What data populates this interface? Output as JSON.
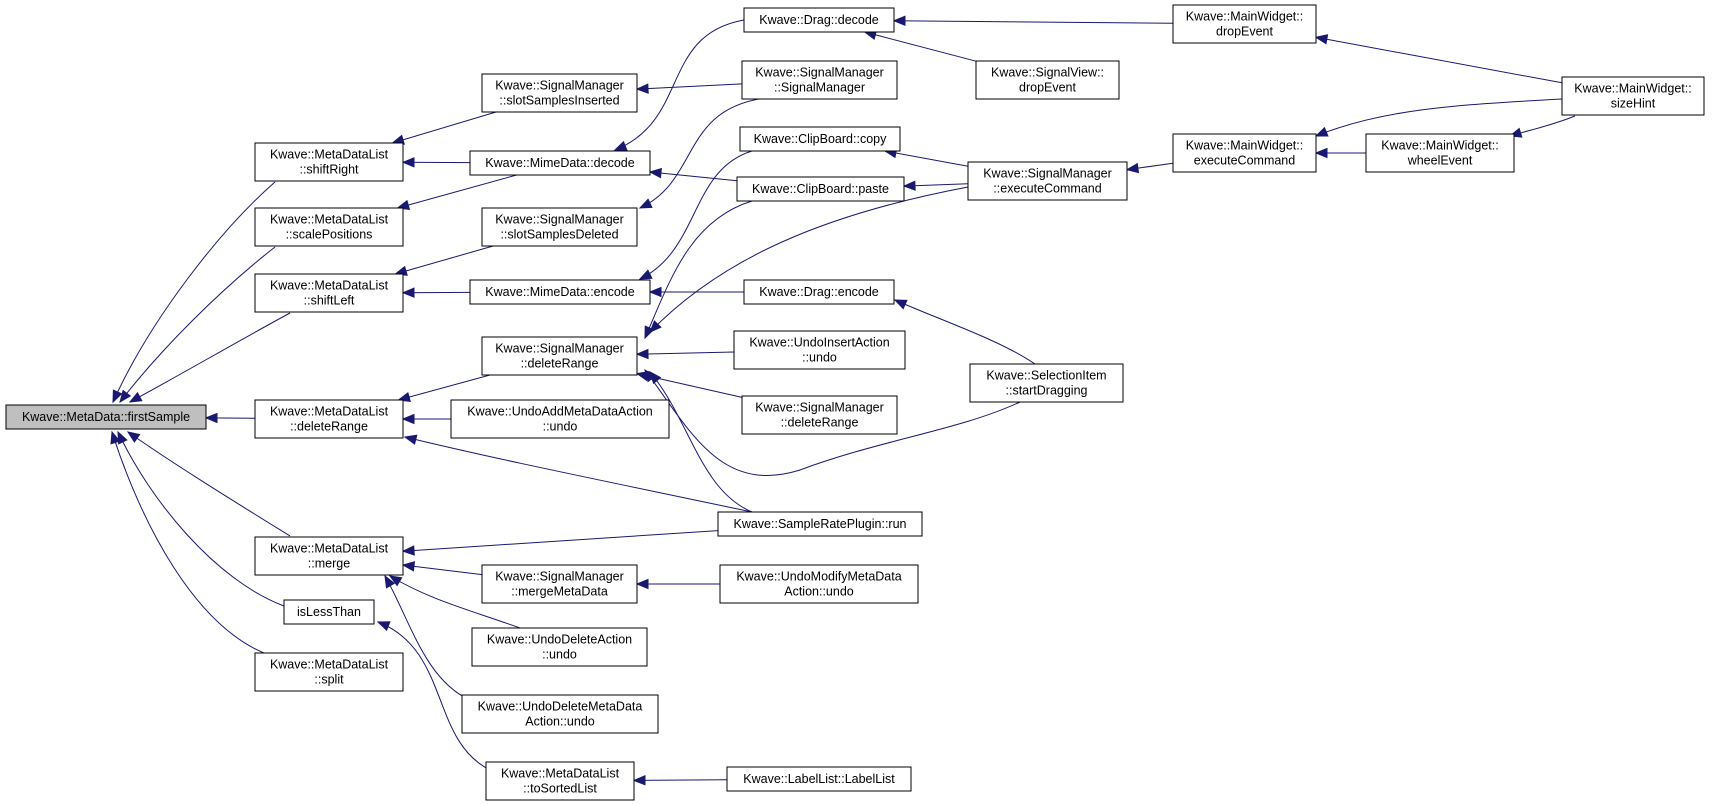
{
  "nodes": {
    "firstSample": [
      "Kwave::MetaData::firstSample"
    ],
    "mdl_shiftRight": [
      "Kwave::MetaDataList",
      "::shiftRight"
    ],
    "mdl_scalePositions": [
      "Kwave::MetaDataList",
      "::scalePositions"
    ],
    "mdl_shiftLeft": [
      "Kwave::MetaDataList",
      "::shiftLeft"
    ],
    "mdl_deleteRange": [
      "Kwave::MetaDataList",
      "::deleteRange"
    ],
    "mdl_merge": [
      "Kwave::MetaDataList",
      "::merge"
    ],
    "isLessThan": [
      "isLessThan"
    ],
    "mdl_split": [
      "Kwave::MetaDataList",
      "::split"
    ],
    "sm_slotSamplesInserted": [
      "Kwave::SignalManager",
      "::slotSamplesInserted"
    ],
    "mime_decode": [
      "Kwave::MimeData::decode"
    ],
    "sm_slotSamplesDeleted": [
      "Kwave::SignalManager",
      "::slotSamplesDeleted"
    ],
    "mime_encode": [
      "Kwave::MimeData::encode"
    ],
    "sm_deleteRange": [
      "Kwave::SignalManager",
      "::deleteRange"
    ],
    "undoAddMeta_undo": [
      "Kwave::UndoAddMetaDataAction",
      "::undo"
    ],
    "sm_mergeMetaData": [
      "Kwave::SignalManager",
      "::mergeMetaData"
    ],
    "undoDelete_undo": [
      "Kwave::UndoDeleteAction",
      "::undo"
    ],
    "undoDeleteMeta_undo": [
      "Kwave::UndoDeleteMetaData",
      "Action::undo"
    ],
    "mdl_toSortedList": [
      "Kwave::MetaDataList",
      "::toSortedList"
    ],
    "drag_decode": [
      "Kwave::Drag::decode"
    ],
    "sm_SignalManager": [
      "Kwave::SignalManager",
      "::SignalManager"
    ],
    "clip_copy": [
      "Kwave::ClipBoard::copy"
    ],
    "clip_paste": [
      "Kwave::ClipBoard::paste"
    ],
    "drag_encode": [
      "Kwave::Drag::encode"
    ],
    "undoInsert_undo": [
      "Kwave::UndoInsertAction",
      "::undo"
    ],
    "sm_deleteRange2": [
      "Kwave::SignalManager",
      "::deleteRange"
    ],
    "srp_run": [
      "Kwave::SampleRatePlugin::run"
    ],
    "undoModifyMeta_undo": [
      "Kwave::UndoModifyMetaData",
      "Action::undo"
    ],
    "labelList": [
      "Kwave::LabelList::LabelList"
    ],
    "sv_dropEvent": [
      "Kwave::SignalView::",
      "dropEvent"
    ],
    "sm_executeCommand": [
      "Kwave::SignalManager",
      "::executeCommand"
    ],
    "sel_startDragging": [
      "Kwave::SelectionItem",
      "::startDragging"
    ],
    "mw_dropEvent": [
      "Kwave::MainWidget::",
      "dropEvent"
    ],
    "mw_executeCommand": [
      "Kwave::MainWidget::",
      "executeCommand"
    ],
    "mw_wheelEvent": [
      "Kwave::MainWidget::",
      "wheelEvent"
    ],
    "mw_sizeHint": [
      "Kwave::MainWidget::",
      "sizeHint"
    ]
  },
  "edges": [
    [
      "mdl_shiftRight",
      "firstSample"
    ],
    [
      "mdl_scalePositions",
      "firstSample"
    ],
    [
      "mdl_shiftLeft",
      "firstSample"
    ],
    [
      "mdl_deleteRange",
      "firstSample"
    ],
    [
      "mdl_merge",
      "firstSample"
    ],
    [
      "isLessThan",
      "firstSample"
    ],
    [
      "mdl_split",
      "firstSample"
    ],
    [
      "sm_slotSamplesInserted",
      "mdl_shiftRight"
    ],
    [
      "mime_decode",
      "mdl_shiftRight"
    ],
    [
      "mime_decode",
      "mdl_scalePositions"
    ],
    [
      "sm_slotSamplesDeleted",
      "mdl_shiftLeft"
    ],
    [
      "mime_encode",
      "mdl_shiftLeft"
    ],
    [
      "sm_deleteRange",
      "mdl_deleteRange"
    ],
    [
      "undoAddMeta_undo",
      "mdl_deleteRange"
    ],
    [
      "srp_run",
      "mdl_deleteRange"
    ],
    [
      "srp_run",
      "mdl_merge"
    ],
    [
      "sm_mergeMetaData",
      "mdl_merge"
    ],
    [
      "undoDelete_undo",
      "mdl_merge"
    ],
    [
      "undoDeleteMeta_undo",
      "mdl_merge"
    ],
    [
      "mdl_toSortedList",
      "isLessThan"
    ],
    [
      "drag_decode",
      "mime_decode"
    ],
    [
      "sm_SignalManager",
      "sm_slotSamplesInserted"
    ],
    [
      "sm_SignalManager",
      "sm_slotSamplesDeleted"
    ],
    [
      "clip_paste",
      "mime_decode"
    ],
    [
      "clip_copy",
      "mime_encode"
    ],
    [
      "drag_encode",
      "mime_encode"
    ],
    [
      "clip_paste",
      "sm_deleteRange"
    ],
    [
      "sm_executeCommand",
      "sm_deleteRange"
    ],
    [
      "undoInsert_undo",
      "sm_deleteRange"
    ],
    [
      "sm_deleteRange2",
      "sm_deleteRange"
    ],
    [
      "sel_startDragging",
      "sm_deleteRange"
    ],
    [
      "srp_run",
      "sm_deleteRange"
    ],
    [
      "undoModifyMeta_undo",
      "sm_mergeMetaData"
    ],
    [
      "labelList",
      "mdl_toSortedList"
    ],
    [
      "mw_dropEvent",
      "drag_decode"
    ],
    [
      "sv_dropEvent",
      "drag_decode"
    ],
    [
      "sm_executeCommand",
      "clip_copy"
    ],
    [
      "sm_executeCommand",
      "clip_paste"
    ],
    [
      "sel_startDragging",
      "drag_encode"
    ],
    [
      "mw_executeCommand",
      "sm_executeCommand"
    ],
    [
      "mw_sizeHint",
      "mw_dropEvent"
    ],
    [
      "mw_sizeHint",
      "mw_executeCommand"
    ],
    [
      "mw_wheelEvent",
      "mw_executeCommand"
    ],
    [
      "mw_sizeHint",
      "mw_wheelEvent"
    ]
  ],
  "colors": {
    "edge": "#191970",
    "root_fill": "#bfbfbf",
    "node_fill": "#ffffff",
    "node_border": "#000000"
  }
}
